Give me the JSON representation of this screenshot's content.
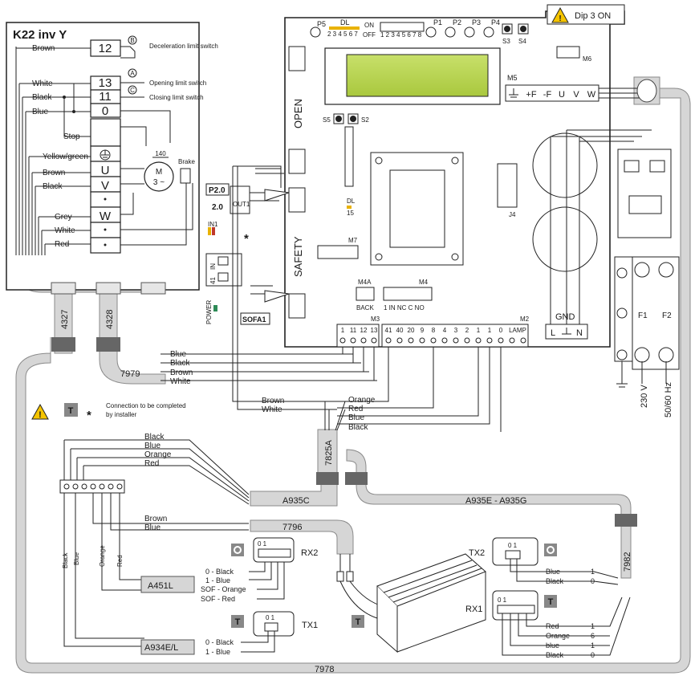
{
  "panel": {
    "title": "K22 inv Y",
    "terminals": [
      "12",
      "13",
      "11",
      "0",
      "U",
      "V",
      "W"
    ],
    "limit_switches": {
      "deceleration_letter": "B",
      "deceleration_label": "Deceleration limit switch",
      "opening_letter": "A",
      "opening_label": "Opening limit switch",
      "closing_letter": "C",
      "closing_label": "Closing limit switch"
    },
    "left_wires": [
      "Brown",
      "White",
      "Black",
      "Blue",
      "Stop",
      "Yellow/green",
      "Brown",
      "Black",
      "Grey",
      "White",
      "Red"
    ],
    "motor": {
      "label": "M",
      "phase": "3 ~",
      "thermal": "140",
      "brake": "Brake"
    },
    "cable_a": "4327",
    "cable_b": "4328"
  },
  "board": {
    "dip_label": "Dip 3 ON",
    "p5": "P5",
    "dl": "DL",
    "dl_numbers": "2 3 4 5 6 7",
    "on": "ON",
    "off": "OFF",
    "dip_numbers": "1 2 3 4 5 6 7 8",
    "p1": "P1",
    "p2": "P2",
    "p3": "P3",
    "p4": "P4",
    "s3": "S3",
    "s4": "S4",
    "m6": "M6",
    "m5": "M5",
    "m5_terms": [
      "+F",
      "-F",
      "U",
      "V",
      "W"
    ],
    "open": "OPEN",
    "safety": "SAFETY",
    "s5": "S5",
    "s2": "S2",
    "dl15_label": "DL",
    "dl15_num": "15",
    "j4": "J4",
    "m7": "M7",
    "m4a": "M4A",
    "back": "BACK",
    "m4": "M4",
    "m4_terms": "1  IN NC  C  NO",
    "m3": "M3",
    "m3_terms": [
      "1",
      "11",
      "12",
      "13"
    ],
    "m2": "M2",
    "m2_terms": [
      "41",
      "40",
      "20",
      "9",
      "8",
      "4",
      "3",
      "2",
      "1",
      "1",
      "0",
      "LAMP"
    ],
    "gnd": "GND",
    "l": "L",
    "n": "N",
    "f1": "F1",
    "f2": "F2",
    "v230": "230 V",
    "hz": "50/60 Hz"
  },
  "sofa": {
    "p20": "P2.0",
    "v20": "2.0",
    "out1": "OUT1",
    "in1": "IN1",
    "in_label": "IN",
    "t1_label": "1",
    "t41": "41",
    "power": "POWER",
    "sofa1": "SOFA1"
  },
  "cables": {
    "c7979": "7979",
    "c7979_wires": [
      "Blue",
      "Black",
      "Brown",
      "White"
    ],
    "brown": "Brown",
    "white": "White",
    "right_wires": [
      "Orange",
      "Red",
      "Blue",
      "Black"
    ],
    "c7825a": "7825A",
    "a935c": "A935C",
    "a935e": "A935E - A935G",
    "c7796": "7796",
    "c7982": "7982",
    "c7978": "7978"
  },
  "legend": {
    "text": "Connection to be completed by installer",
    "t_mark": "T",
    "star": "*"
  },
  "devices": {
    "block_wires": [
      "Black",
      "Blue",
      "Orange",
      "Red"
    ],
    "block2_wires": [
      "Brown",
      "Blue"
    ],
    "vertical_wires": [
      "Black",
      "Blue",
      "Orange",
      "Red"
    ],
    "rx2": "RX2",
    "rx2_terms": "0 1",
    "a451l": "A451L",
    "a451l_lines": [
      "0 - Black",
      "1 - Blue",
      "SOF - Orange",
      "SOF - Red"
    ],
    "tx1": "TX1",
    "tx1_terms": "0 1",
    "a934": "A934E/L",
    "a934_lines": [
      "0 - Black",
      "1 - Blue"
    ],
    "tx2": "TX2",
    "tx2_terms": "0 1",
    "tx2_lines": [
      "Blue",
      "Black"
    ],
    "tx2_nums": [
      "1",
      "0"
    ],
    "rx1": "RX1",
    "rx1_terms": "0 1",
    "rx1_lines": [
      "Red",
      "Orange",
      "blue",
      "Black"
    ],
    "rx1_nums": [
      "1",
      "6",
      "1",
      "0"
    ],
    "t": "T"
  }
}
